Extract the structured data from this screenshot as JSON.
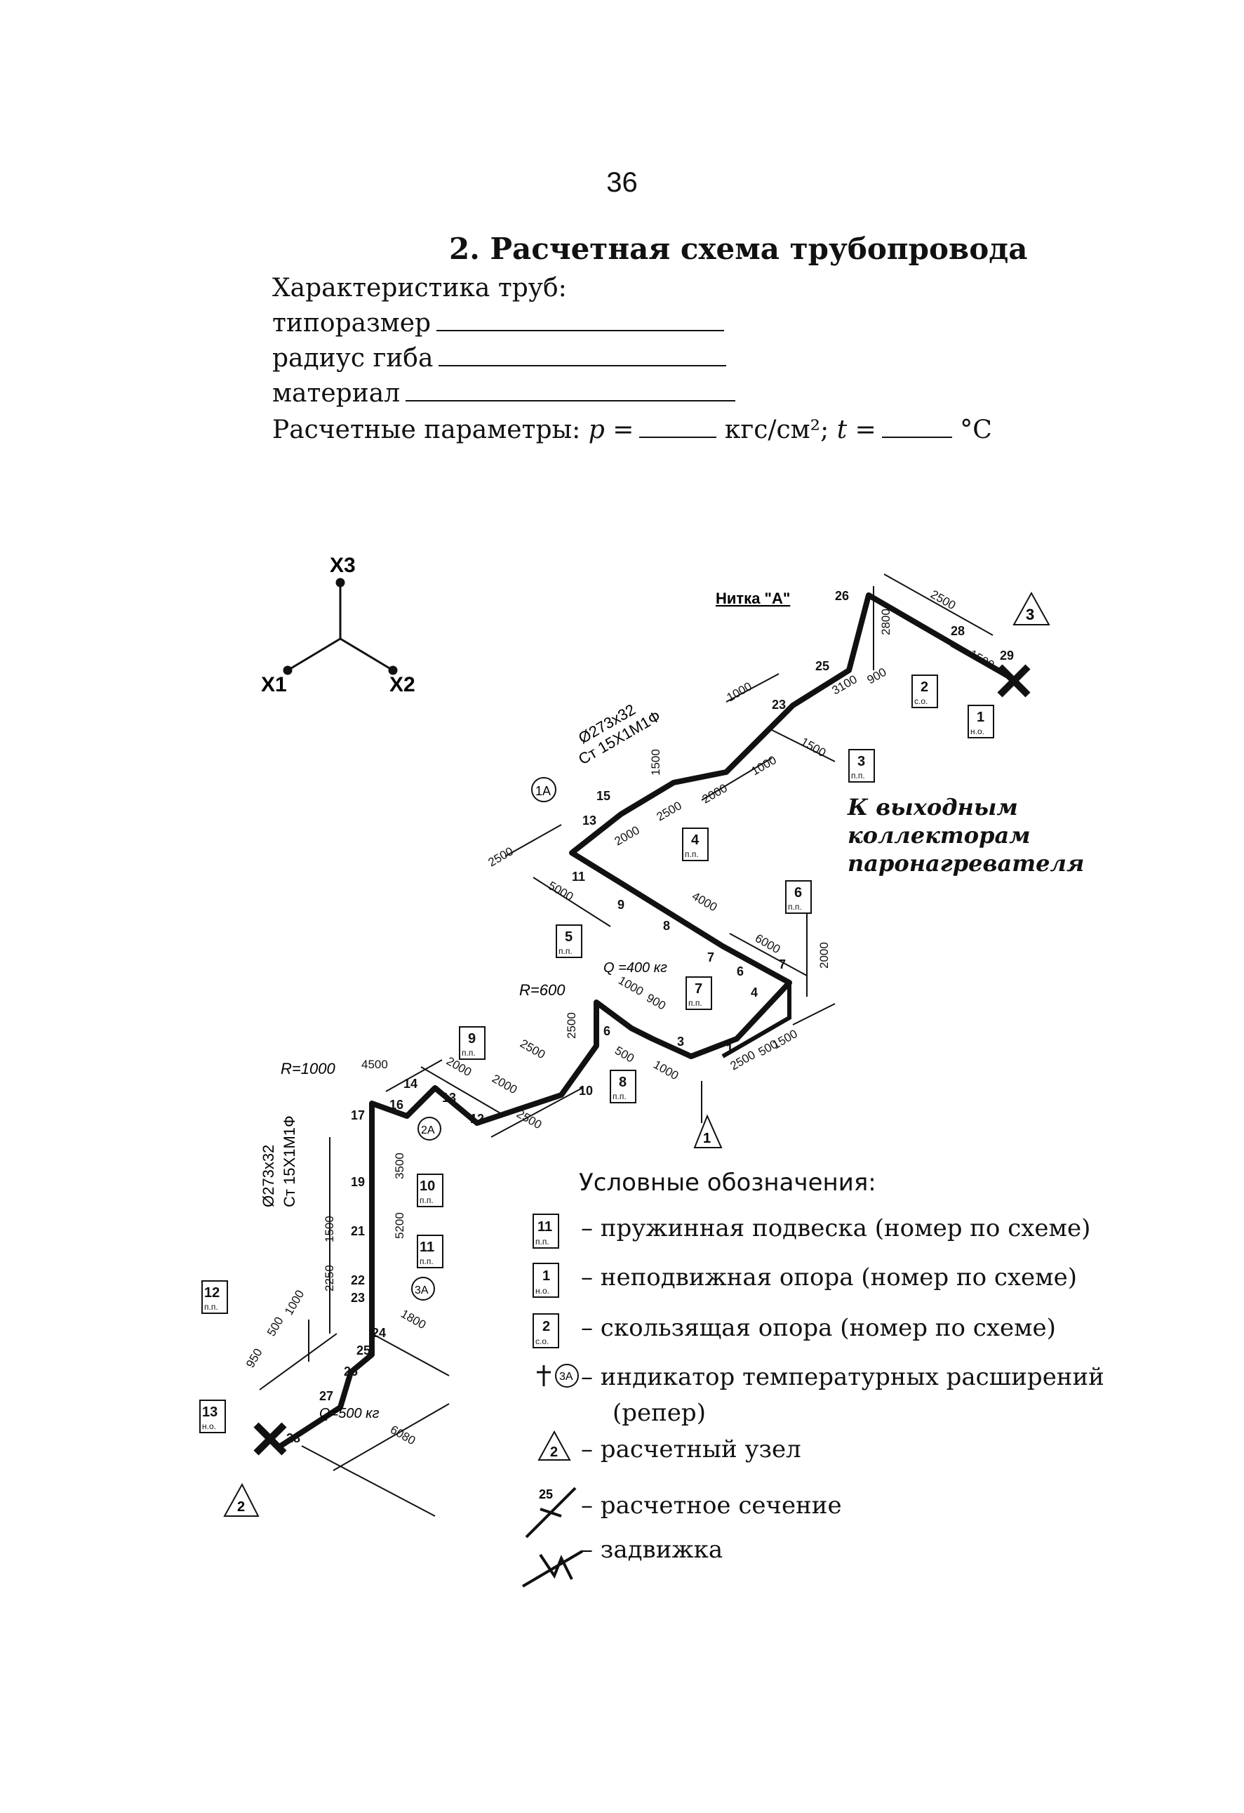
{
  "page_number": "36",
  "title": "2. Расчетная схема трубопровода",
  "characteristics": {
    "heading": "Характеристика труб:",
    "size_label": "типоразмер",
    "bend_radius_label": "радиус гиба",
    "material_label": "материал",
    "params_prefix": "Расчетные параметры:",
    "p_label": "p =",
    "pressure_unit": "кгс/см²;",
    "t_label": "t =",
    "temp_unit": "°С"
  },
  "axes": {
    "x1": "X1",
    "x2": "X2",
    "x3": "X3"
  },
  "diagram": {
    "line_label": "Нитка \"А\"",
    "pipe_spec_1": "Ø273x32",
    "pipe_spec_2": "Ст 15Х1М1Ф",
    "pipe_spec_3": "Ø273x32",
    "pipe_spec_4": "Ст 15Х1М1Ф",
    "bend_r1": "R=600",
    "bend_r2": "R=1000",
    "load_1": "Q =400 кг",
    "load_2": "Q=500 кг",
    "indicator_1a": "1А",
    "indicator_2a": "2А",
    "indicator_3a": "3А",
    "node_tri_1": "1",
    "node_tri_2": "2",
    "node_tri_3": "3",
    "note": [
      "К выходным",
      "коллекторам",
      "паронагревателя"
    ]
  },
  "legend": {
    "title": "Условные обозначения:",
    "spring": "– пружинная подвеска (номер по схеме)",
    "fixed": "– неподвижная опора (номер по схеме)",
    "sliding": "– скользящая опора (номер по схеме)",
    "indicator": "– индикатор температурных расширений",
    "indicator_cont": "(репер)",
    "node": "– расчетный узел",
    "section": "– расчетное сечение",
    "valve": "– задвижка",
    "sample_spring_num": "11",
    "sample_fixed_num": "1",
    "sample_sliding_num": "2",
    "sample_indicator": "3А",
    "sample_node": "2",
    "sample_section": "25"
  },
  "box_labels": {
    "pp": "п.п.",
    "no": "н.о.",
    "so": "с.о."
  }
}
